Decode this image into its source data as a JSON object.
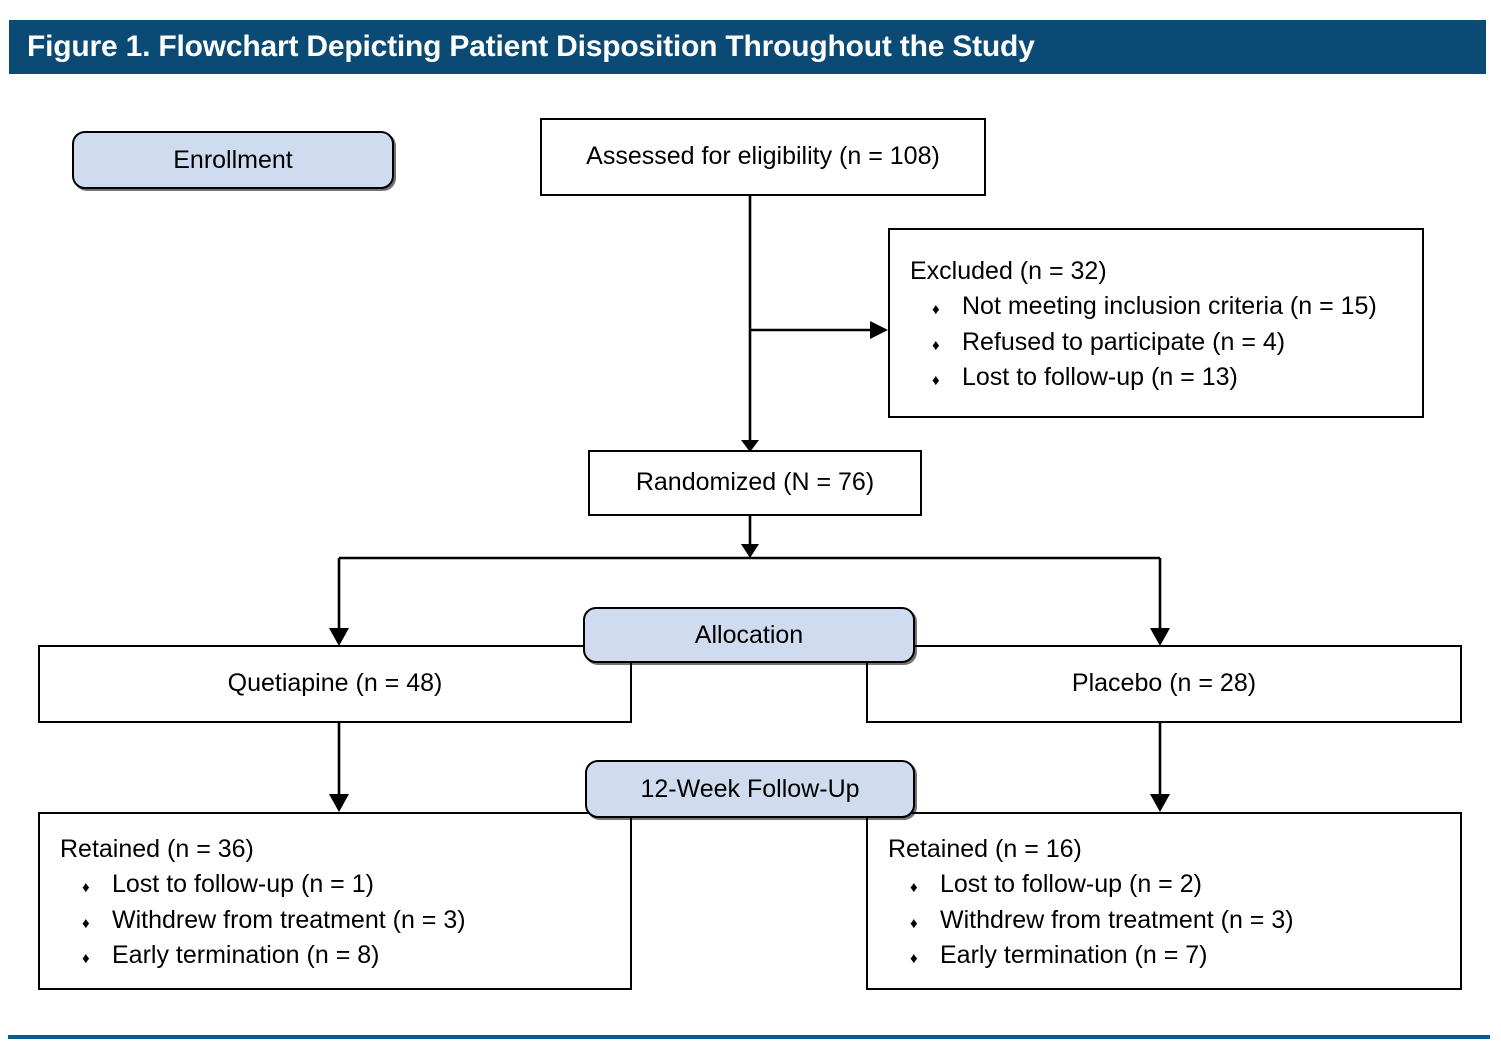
{
  "figure": {
    "title": "Figure 1. Flowchart Depicting Patient Disposition Throughout the Study",
    "header_bg_color": "#0a4a75",
    "header_text_color": "#ffffff",
    "footer_rule_color": "#0a5c8f",
    "pill_fill_color": "#cfdcf0",
    "box_border_color": "#000000",
    "bullet_glyph": "♦"
  },
  "stages": {
    "enrollment": "Enrollment",
    "allocation": "Allocation",
    "follow_up": "12-Week Follow-Up"
  },
  "nodes": {
    "assessed": {
      "label": "Assessed for eligibility (n = 108)"
    },
    "excluded": {
      "heading": "Excluded (n = 32)",
      "bullets": [
        "Not meeting inclusion criteria (n = 15)",
        "Refused to participate (n = 4)",
        "Lost to follow-up (n = 13)"
      ]
    },
    "randomized": {
      "label": "Randomized (N = 76)"
    },
    "quetiapine": {
      "label": "Quetiapine (n = 48)"
    },
    "placebo": {
      "label": "Placebo (n = 28)"
    },
    "retained_quetiapine": {
      "heading": "Retained (n = 36)",
      "bullets": [
        "Lost to follow-up (n = 1)",
        "Withdrew from treatment (n = 3)",
        "Early termination (n = 8)"
      ]
    },
    "retained_placebo": {
      "heading": "Retained (n = 16)",
      "bullets": [
        "Lost to follow-up (n = 2)",
        "Withdrew from treatment (n = 3)",
        "Early termination (n = 7)"
      ]
    }
  },
  "chart_data": {
    "type": "diagram",
    "title": "Figure 1. Flowchart Depicting Patient Disposition Throughout the Study",
    "flow": [
      {
        "stage": "Enrollment",
        "node": "Assessed for eligibility",
        "n": 108
      },
      {
        "stage": "Enrollment",
        "node": "Excluded",
        "n": 32,
        "breakdown": [
          {
            "reason": "Not meeting inclusion criteria",
            "n": 15
          },
          {
            "reason": "Refused to participate",
            "n": 4
          },
          {
            "reason": "Lost to follow-up",
            "n": 13
          }
        ]
      },
      {
        "stage": "Enrollment",
        "node": "Randomized",
        "n": 76
      },
      {
        "stage": "Allocation",
        "node": "Quetiapine",
        "n": 48
      },
      {
        "stage": "Allocation",
        "node": "Placebo",
        "n": 28
      },
      {
        "stage": "12-Week Follow-Up",
        "node": "Retained (Quetiapine)",
        "n": 36,
        "breakdown": [
          {
            "reason": "Lost to follow-up",
            "n": 1
          },
          {
            "reason": "Withdrew from treatment",
            "n": 3
          },
          {
            "reason": "Early termination",
            "n": 8
          }
        ]
      },
      {
        "stage": "12-Week Follow-Up",
        "node": "Retained (Placebo)",
        "n": 16,
        "breakdown": [
          {
            "reason": "Lost to follow-up",
            "n": 2
          },
          {
            "reason": "Withdrew from treatment",
            "n": 3
          },
          {
            "reason": "Early termination",
            "n": 7
          }
        ]
      }
    ]
  }
}
